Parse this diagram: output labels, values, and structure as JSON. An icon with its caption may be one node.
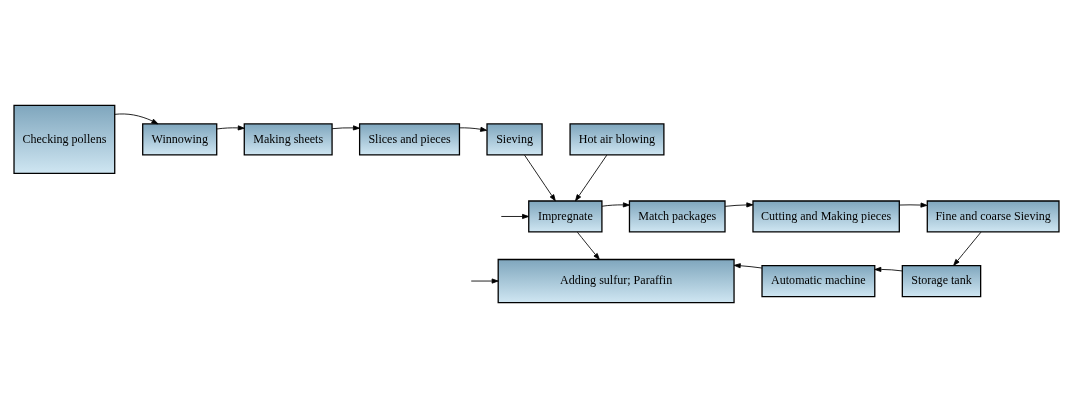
{
  "diagram": {
    "nodes": [
      {
        "text": [
          "Checking pollens"
        ]
      },
      {
        "text": [
          "Winnowing"
        ]
      },
      {
        "text": [
          "Making sheets"
        ]
      },
      {
        "text": [
          "Slices and pieces"
        ]
      },
      {
        "text": [
          "Sieving"
        ]
      },
      {
        "text": [
          "Hot air blowing"
        ]
      },
      {
        "text": [
          "Impregnate"
        ]
      },
      {
        "text": [
          "Match packages"
        ]
      },
      {
        "text": [
          "Cutting and Making pieces"
        ]
      },
      {
        "text": [
          "Fine and coarse Sieving"
        ]
      },
      {
        "text": [
          "Adding sulfur; Paraffin"
        ]
      },
      {
        "text": [
          "Automatic machine"
        ]
      },
      {
        "text": [
          "Storage tank"
        ]
      }
    ],
    "edges": [
      {
        "from": 0,
        "to": 1,
        "arrow": "to"
      },
      {
        "from": 1,
        "to": 2,
        "arrow": "to"
      },
      {
        "from": 2,
        "to": 3,
        "arrow": "to"
      },
      {
        "from": 3,
        "to": 4,
        "arrow": "to"
      },
      {
        "from": 4,
        "to": 6,
        "arrow": "to"
      },
      {
        "from": 5,
        "to": 6,
        "arrow": "to"
      },
      {
        "from": null,
        "to": 6,
        "arrow": "to"
      },
      {
        "from": 6,
        "to": 7,
        "arrow": "to"
      },
      {
        "from": 7,
        "to": 8,
        "arrow": "to"
      },
      {
        "from": 8,
        "to": 9,
        "arrow": "to"
      },
      {
        "from": 9,
        "to": 12,
        "arrow": "to"
      },
      {
        "from": 12,
        "to": 11,
        "arrow": "to"
      },
      {
        "from": 11,
        "to": 10,
        "arrow": "to"
      },
      {
        "from": 6,
        "to": 10,
        "arrow": "to"
      },
      {
        "from": null,
        "to": 10,
        "arrow": "to"
      }
    ]
  }
}
